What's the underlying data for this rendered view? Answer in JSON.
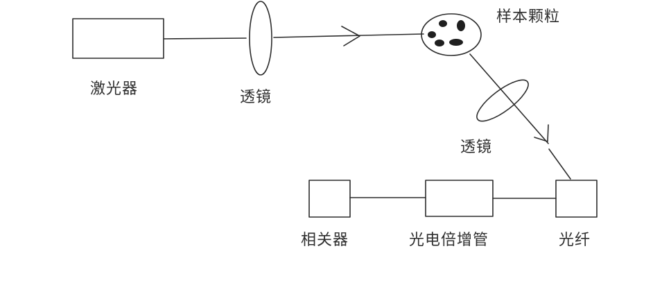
{
  "labels": {
    "laser": "激光器",
    "lens_1": "透镜",
    "sample_particles": "样本颗粒",
    "lens_2": "透镜",
    "correlator": "相关器",
    "photomultiplier": "光电倍增管",
    "optical_fiber": "光纤"
  },
  "colors": {
    "ink": "#2b2b2b",
    "text": "#2f2f2f",
    "background": "#ffffff"
  }
}
